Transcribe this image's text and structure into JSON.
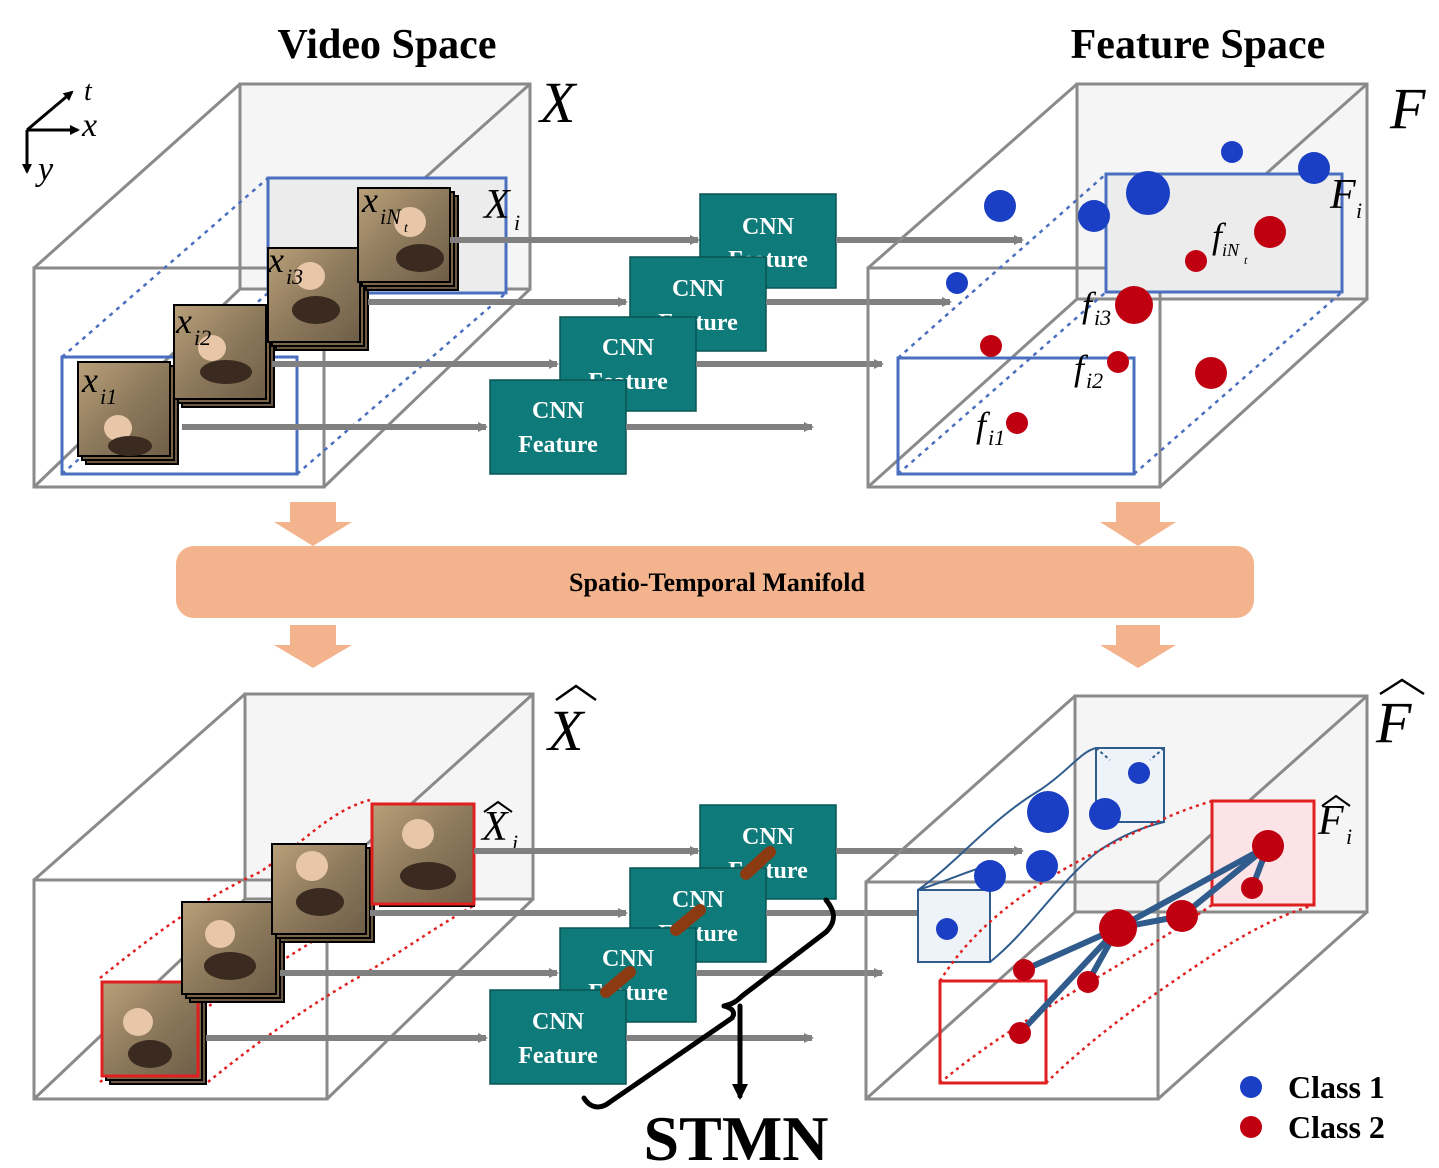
{
  "headers": {
    "video_space": "Video Space",
    "feature_space": "Feature Space"
  },
  "axes": {
    "t": "t",
    "x": "x",
    "y": "y"
  },
  "symbols": {
    "X": "X",
    "F": "F",
    "X_hat": "X",
    "F_hat": "F",
    "Xi": "X",
    "Fi": "F",
    "Xi_hat": "X",
    "Fi_hat": "F",
    "sub_i": "i"
  },
  "frames_top": {
    "x": "x",
    "sub1": "i1",
    "sub2": "i2",
    "sub3": "i3",
    "subN": "iN",
    "subN_sub": "t"
  },
  "features_top": {
    "f": "f",
    "sub1": "i1",
    "sub2": "i2",
    "sub3": "i3",
    "subN": "iN",
    "subN_sub": "t"
  },
  "cnn": {
    "line1": "CNN",
    "line2": "Feature"
  },
  "manifold": {
    "label": "Spatio-Temporal Manifold"
  },
  "stmn": {
    "label": "STMN"
  },
  "legend": [
    {
      "label": "Class 1",
      "color": "#1a3fc4"
    },
    {
      "label": "Class 2",
      "color": "#c00010"
    }
  ],
  "colors": {
    "box": "#8a8a8a",
    "blue_rect": "#4a6fbf",
    "red_rect": "#e02020",
    "cnn_fill": "#0e7b7a",
    "arrow": "#808080",
    "manifold_fill": "#f3b38c",
    "graph_edge": "#2f5c8c"
  }
}
